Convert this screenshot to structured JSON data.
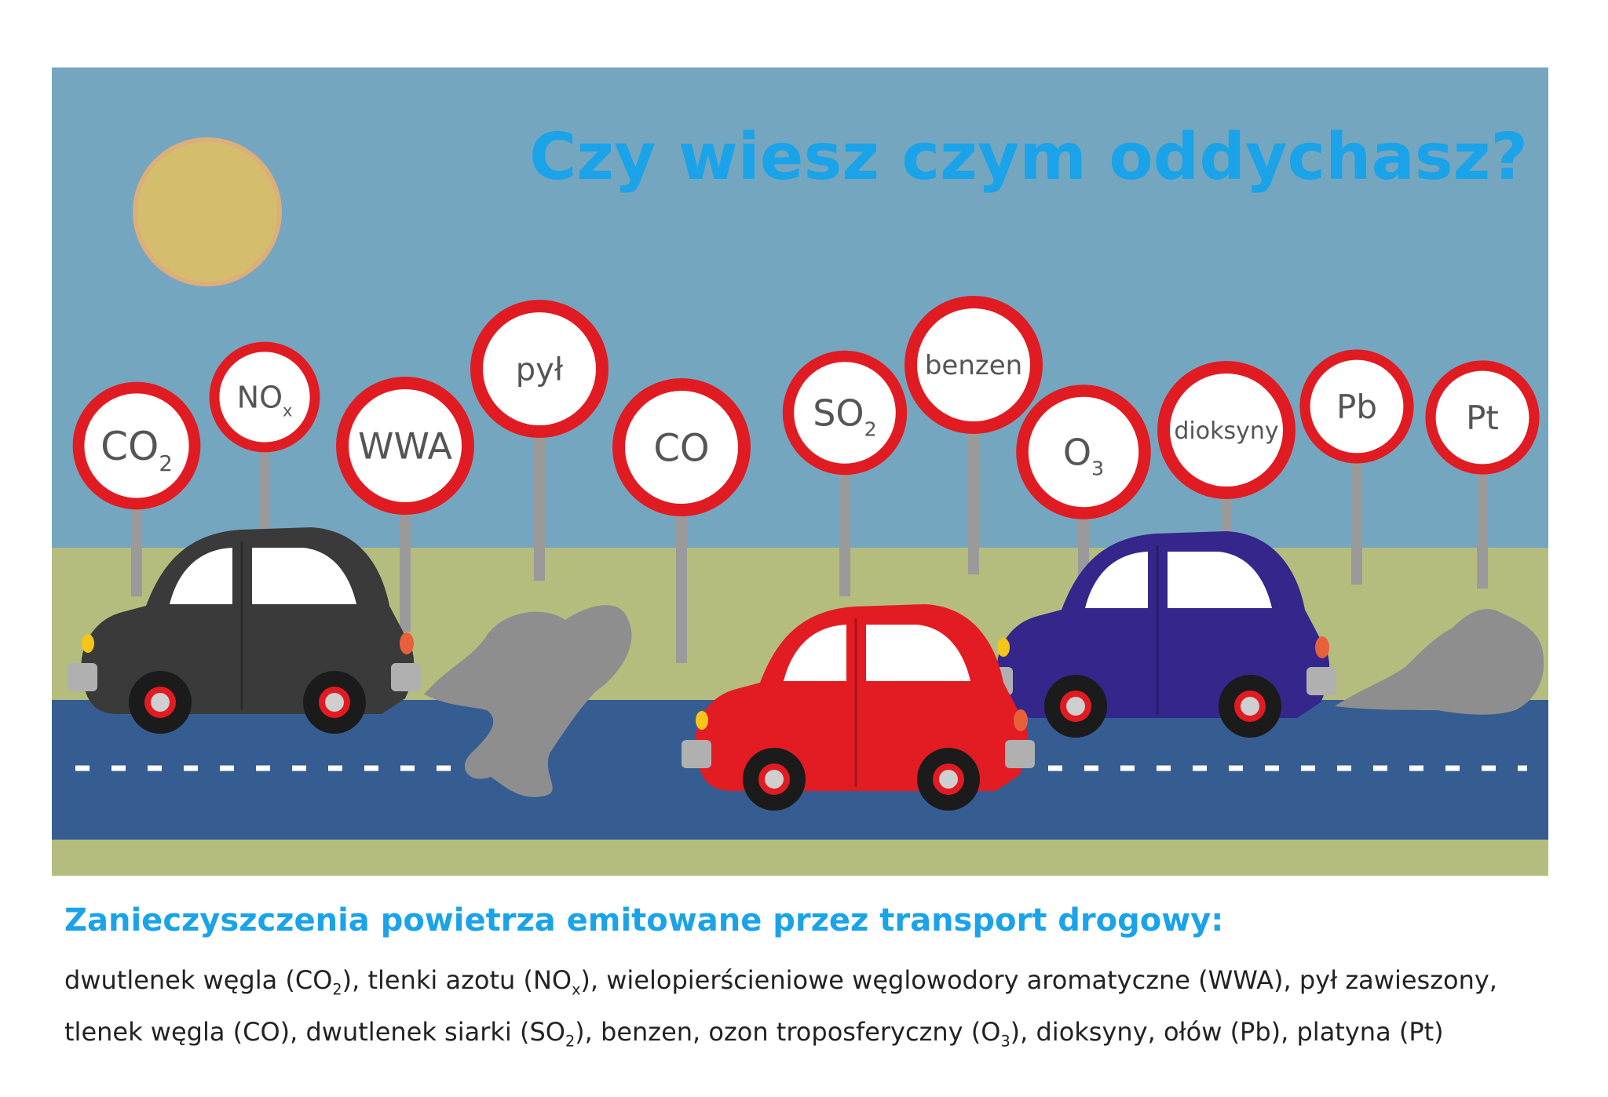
{
  "title": "Czy wiesz czym oddychasz?",
  "colors": {
    "sky": "#75a6bf",
    "grass": "#b4bd7e",
    "road": "#355d92",
    "sun": "#d5bd6e",
    "sign_ring": "#e11b22",
    "title": "#1aa3e8",
    "smoke": "#8e8e8e",
    "car_black": "#3a3a3a",
    "car_red": "#e31b23",
    "car_blue": "#35268c"
  },
  "signs": [
    {
      "main": "CO",
      "sub": "2"
    },
    {
      "main": "NO",
      "sub": "x"
    },
    {
      "main": "WWA",
      "sub": ""
    },
    {
      "main": "pył",
      "sub": ""
    },
    {
      "main": "CO",
      "sub": ""
    },
    {
      "main": "SO",
      "sub": "2"
    },
    {
      "main": "benzen",
      "sub": ""
    },
    {
      "main": "O",
      "sub": "3"
    },
    {
      "main": "dioksyny",
      "sub": ""
    },
    {
      "main": "Pb",
      "sub": ""
    },
    {
      "main": "Pt",
      "sub": ""
    }
  ],
  "cars": [
    "car-black",
    "car-red",
    "car-blue"
  ],
  "caption": {
    "heading": "Zanieczyszczenia powietrza emitowane przez transport drogowy:",
    "p1": "dwutlenek węgla (CO",
    "s1": "2",
    "p2": "), tlenki azotu (NO",
    "s2": "x",
    "p3": "), wielopierścieniowe węglowodory aromatyczne (WWA), pył zawieszony, tlenek węgla (CO), dwutlenek siarki (SO",
    "s3": "2",
    "p4": "), benzen, ozon troposferyczny (O",
    "s4": "3",
    "p5": "), dioksyny, ołów (Pb), platyna (Pt)"
  }
}
